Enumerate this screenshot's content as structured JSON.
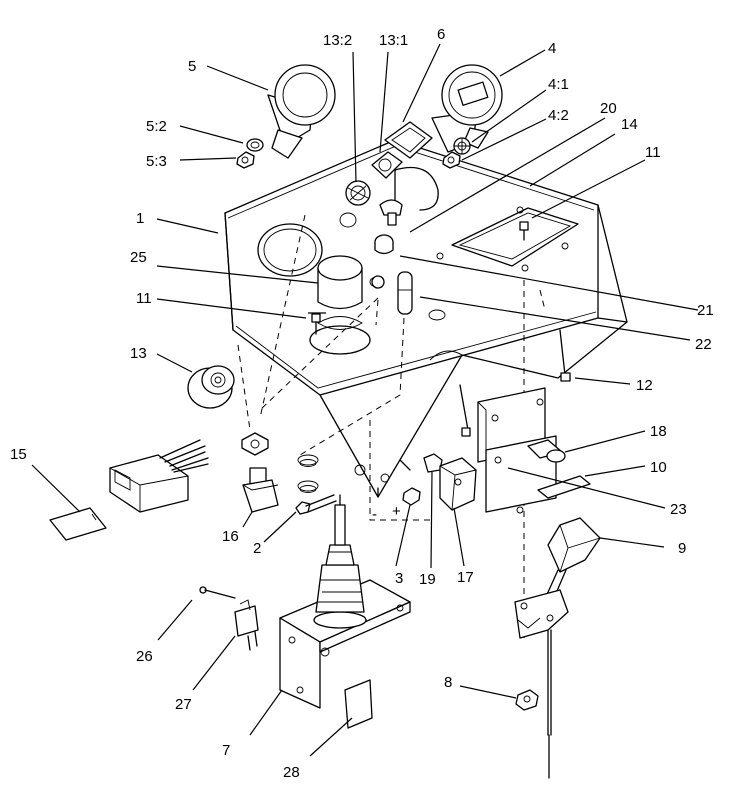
{
  "callouts": {
    "c1": "1",
    "c2": "2",
    "c3": "3",
    "c4": "4",
    "c4_1": "4:1",
    "c4_2": "4:2",
    "c5": "5",
    "c5_2": "5:2",
    "c5_3": "5:3",
    "c6": "6",
    "c7": "7",
    "c8": "8",
    "c9": "9",
    "c10": "10",
    "c11a": "11",
    "c11b": "11",
    "c12": "12",
    "c13": "13",
    "c13_1": "13:1",
    "c13_2": "13:2",
    "c14": "14",
    "c15": "15",
    "c16": "16",
    "c17": "17",
    "c18": "18",
    "c19": "19",
    "c20": "20",
    "c21": "21",
    "c22": "22",
    "c23": "23",
    "c25": "25",
    "c26": "26",
    "c27": "27",
    "c28": "28"
  },
  "marks": {
    "plus": "+",
    "minus": "-"
  }
}
